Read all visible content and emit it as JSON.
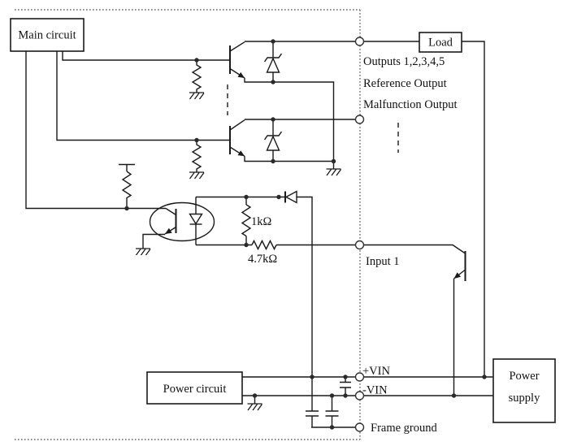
{
  "diagram": {
    "boxes": {
      "main_circuit": "Main circuit",
      "load": "Load",
      "power_circuit": "Power circuit",
      "power_supply_line1": "Power",
      "power_supply_line2": "supply"
    },
    "labels": {
      "outputs": "Outputs 1,2,3,4,5",
      "reference_output": "Reference Output",
      "malfunction_output": "Malfunction Output",
      "input1": "Input 1",
      "plus_vin": "+VIN",
      "minus_vin": "-VIN",
      "frame_ground": "Frame ground",
      "resistor_1k": "1kΩ",
      "resistor_4k7": "4.7kΩ"
    },
    "colors": {
      "line": "#1a1a1a",
      "background": "#ffffff",
      "dashed_border": "#666666"
    }
  }
}
